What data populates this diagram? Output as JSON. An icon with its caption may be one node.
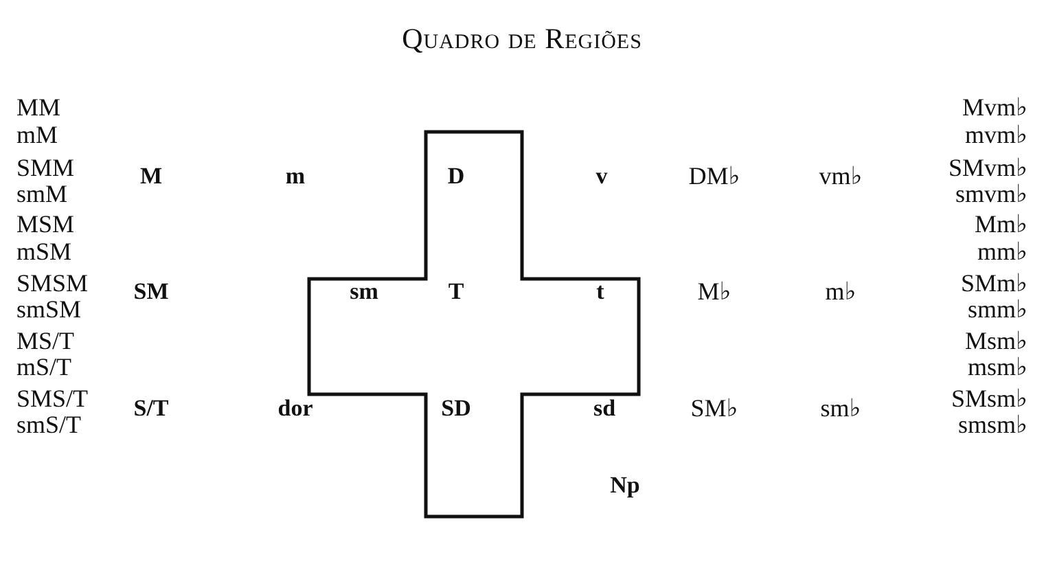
{
  "diagram": {
    "title": "Quadro de Regiões",
    "nodes": [
      {
        "text": [
          "D",
          "sm",
          "T",
          "t",
          "SD"
        ]
      }
    ],
    "edges": [],
    "labels": [
      "MM",
      "mM",
      "SMM",
      "smM",
      "MSM",
      "mSM",
      "SMSM",
      "smSM",
      "MS/T",
      "mS/T",
      "SMS/T",
      "smS/T",
      "M",
      "m",
      "v",
      "DM♭",
      "vm♭",
      "SM",
      "M♭",
      "m♭",
      "S/T",
      "dor",
      "sd",
      "SM♭",
      "sm♭",
      "Np",
      "Mvm♭",
      "mvm♭",
      "SMvm♭",
      "smvm♭",
      "Mm♭",
      "mm♭",
      "SMm♭",
      "smm♭",
      "Msm♭",
      "msm♭",
      "SMsm♭",
      "smsm♭"
    ]
  }
}
